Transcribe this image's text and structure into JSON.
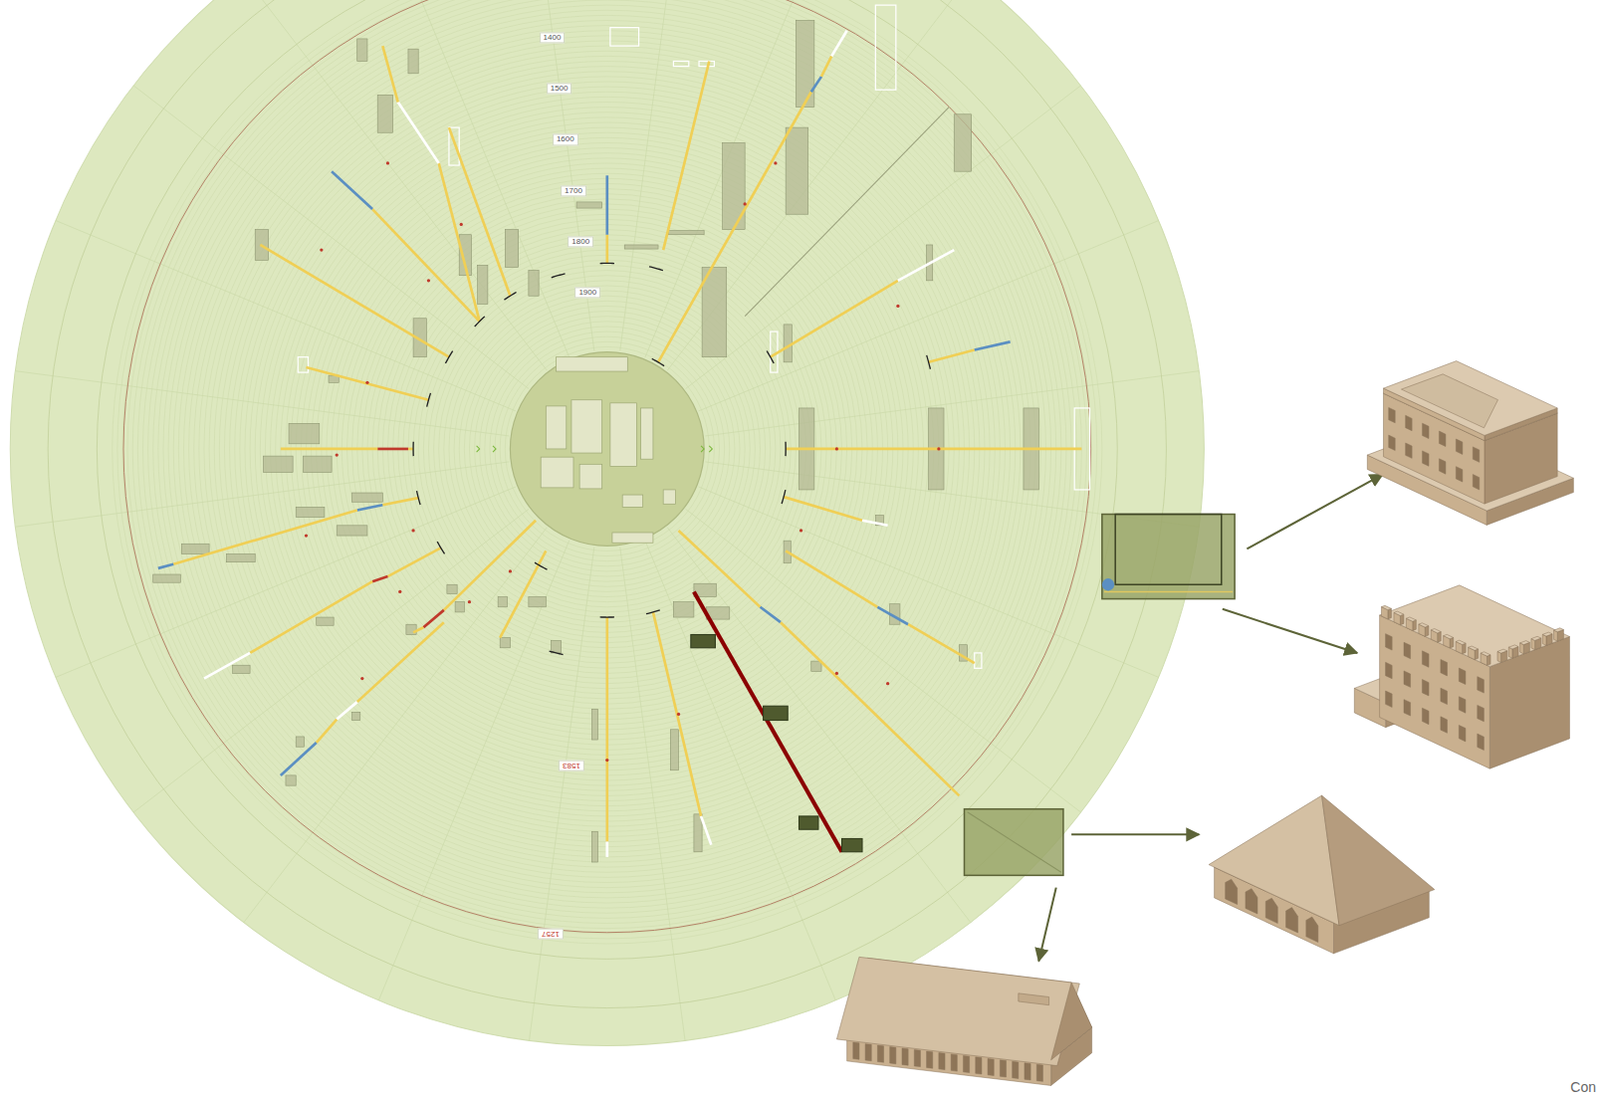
{
  "diagram": {
    "labels": [
      "1400",
      "1500",
      "1600",
      "1700",
      "1800",
      "1900",
      "1583",
      "1257",
      "Con"
    ]
  }
}
